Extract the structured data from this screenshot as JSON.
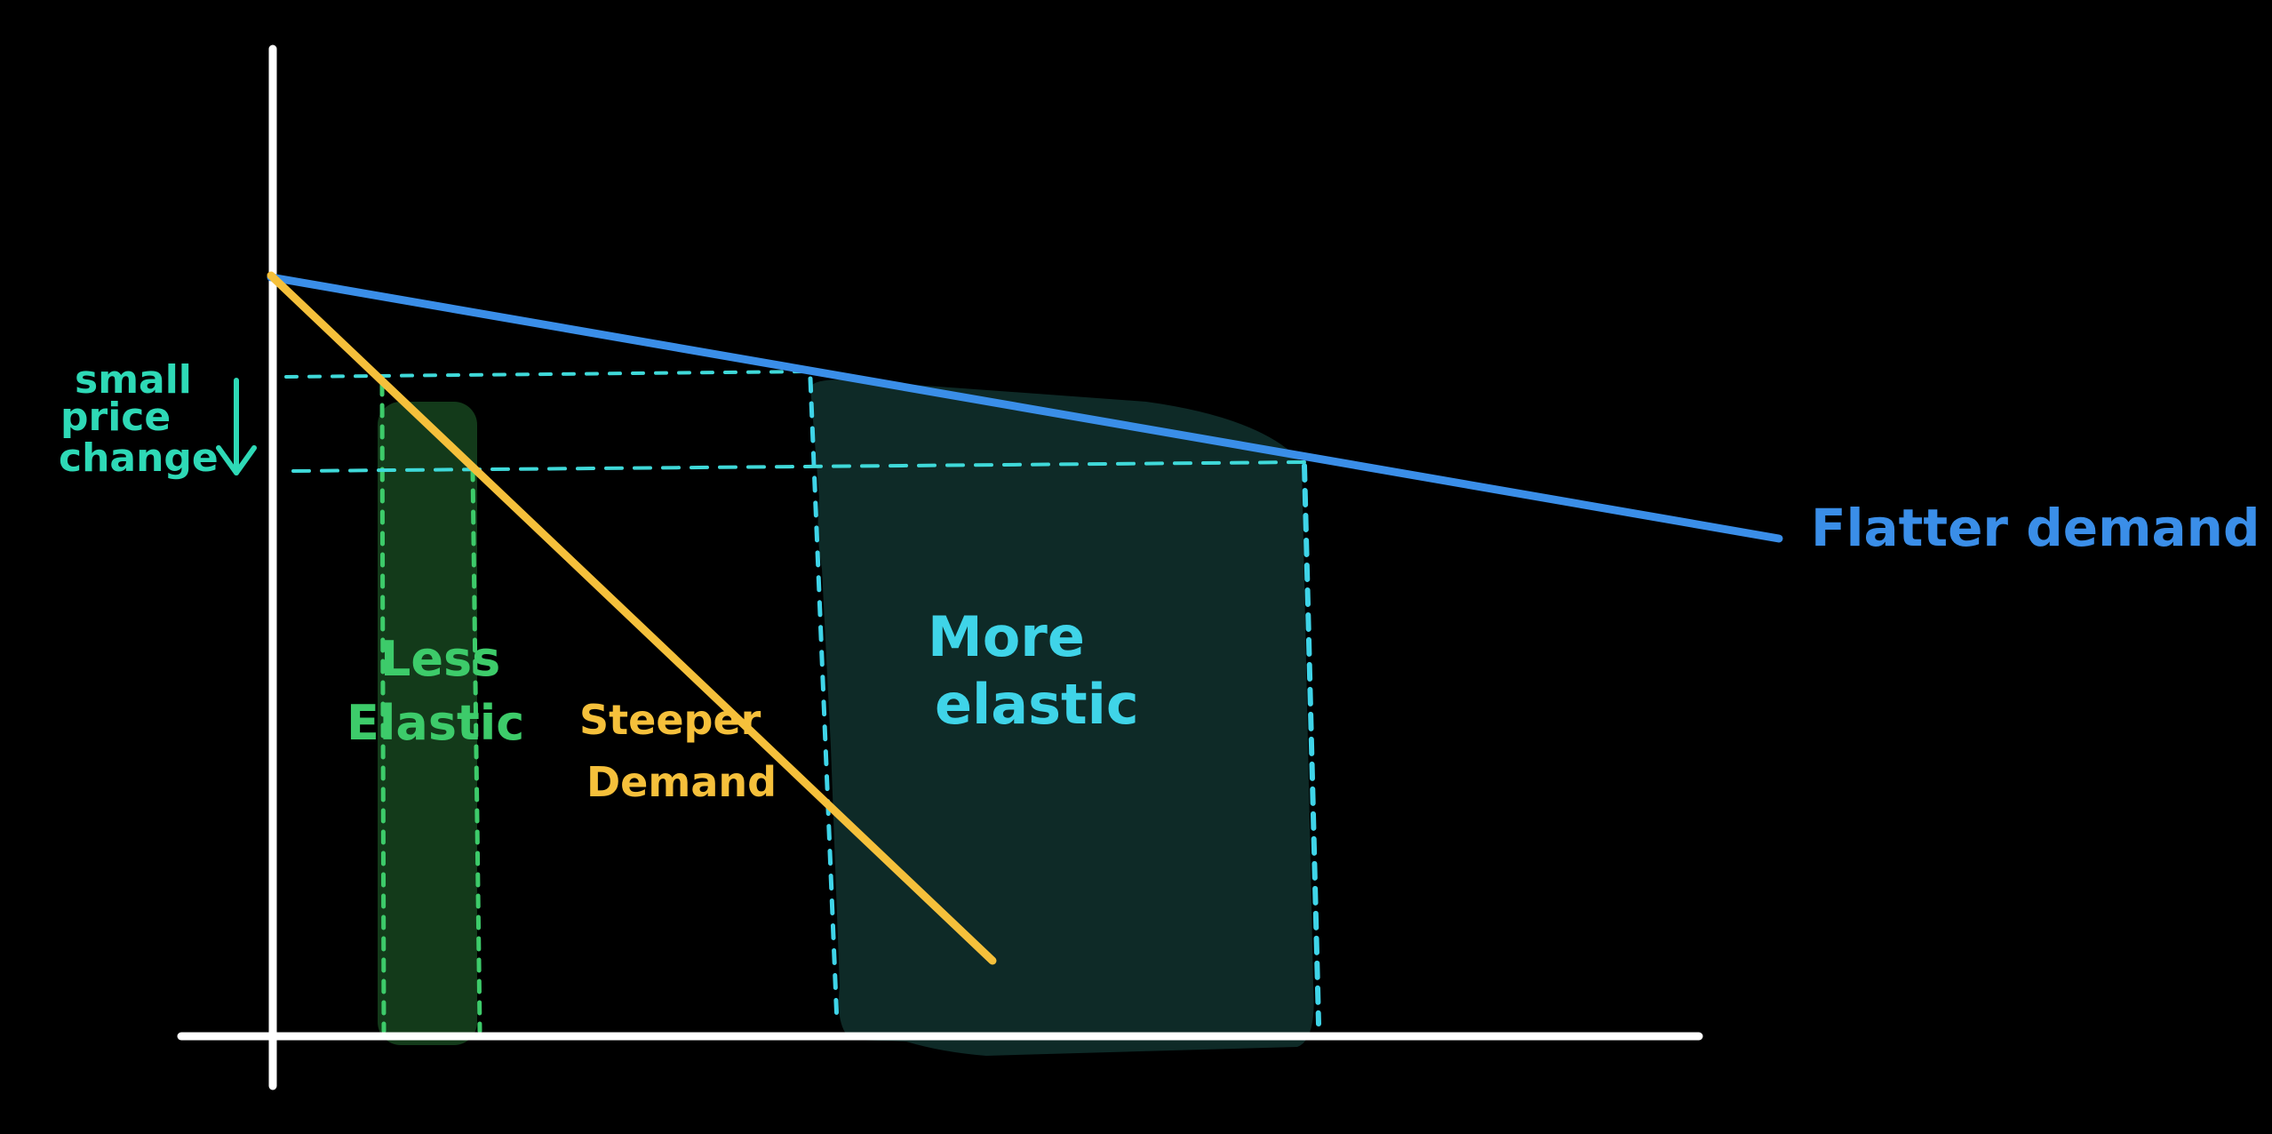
{
  "diagram": {
    "labels": {
      "small_price_change": [
        "small",
        "price",
        "change"
      ],
      "less_elastic": [
        "Less",
        "Elastic"
      ],
      "steeper_demand": [
        "Steeper",
        "Demand"
      ],
      "more_elastic": [
        "More",
        "elastic"
      ],
      "flatter_demand": "Flatter demand"
    },
    "colors": {
      "background": "#000000",
      "axes": "#FFFFFF",
      "flatter_demand": "#3A8EE8",
      "steeper_demand": "#F5C03B",
      "less_elastic_fill": "#133A1A",
      "less_elastic_text": "#3DCB6A",
      "more_elastic_fill": "#0E2A27",
      "more_elastic_text": "#3FD4E8",
      "price_change_text": "#2ED9B6",
      "guide_lines": "#3FD9D9"
    },
    "icons": {
      "price_change_arrow": "down-arrow-icon"
    }
  }
}
